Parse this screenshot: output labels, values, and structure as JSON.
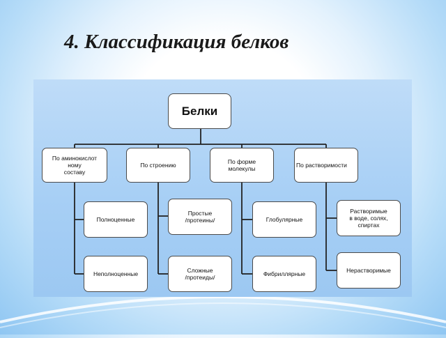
{
  "slide": {
    "title": "4. Классификация белков"
  },
  "diagram": {
    "root": "Белки",
    "categories": [
      "По аминокислот\nному\nсоставу",
      "По строению",
      "По форме\nмолекулы",
      "По растворимости"
    ],
    "items": [
      [
        "Полноценные",
        "Неполноценные"
      ],
      [
        "Простые\n/протеины/",
        "Сложные\n/протеиды/"
      ],
      [
        "Глобулярные",
        "Фибриллярные"
      ],
      [
        "Растворимые\nв воде, солях,\nспиртах",
        "Нерастворимые"
      ]
    ]
  }
}
